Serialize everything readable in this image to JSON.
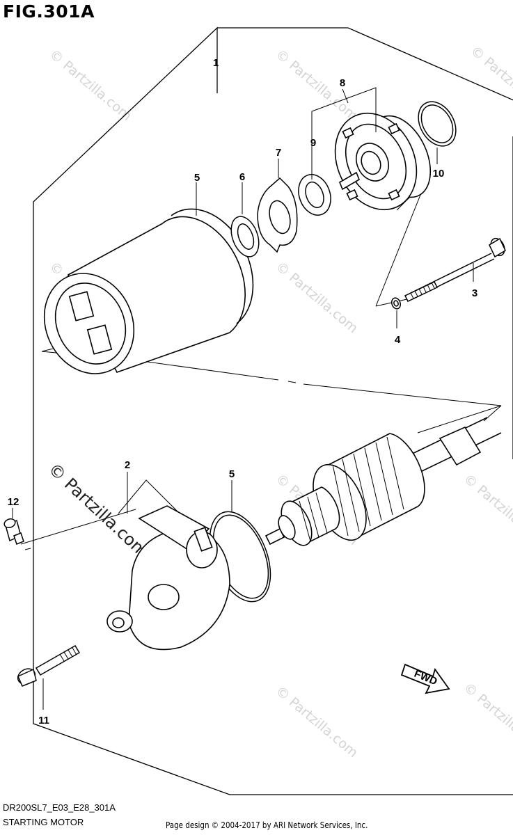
{
  "figure": {
    "title": "FIG.301A",
    "code": "DR200SL7_E03_E28_301A",
    "name": "STARTING MOTOR",
    "credit": "Page design © 2004-2017 by ARI Network Services, Inc."
  },
  "callouts": [
    "1",
    "2",
    "3",
    "4",
    "5",
    "5",
    "6",
    "7",
    "8",
    "9",
    "10",
    "11",
    "12"
  ],
  "direction_label": "FWD",
  "watermark": "© Partzilla.com"
}
